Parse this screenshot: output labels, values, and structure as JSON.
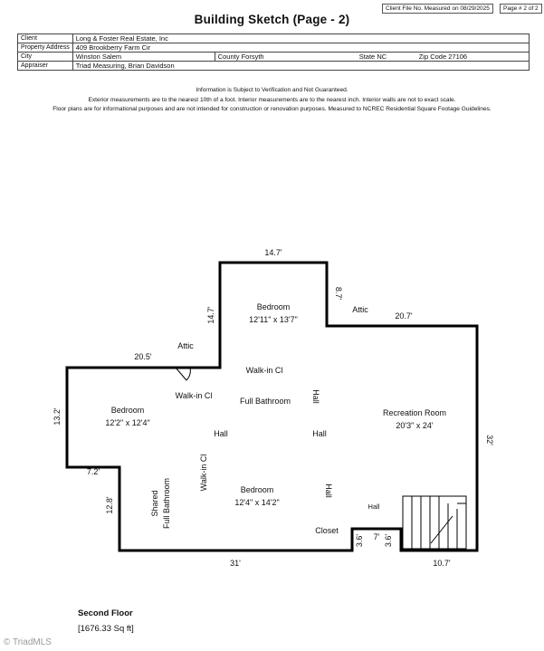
{
  "header": {
    "client_file_label": "Client File No. Measured on 08/29/2025",
    "page_label": "Page # 2 of 2",
    "title": "Building Sketch (Page - 2)"
  },
  "info": {
    "client_label": "Client",
    "client": "Long & Foster Real Estate, Inc",
    "property_label": "Property Address",
    "property": "409 Brookberry Farm Cir",
    "city_label": "City",
    "city": "Winston Salem",
    "county_label": "County",
    "county": "Forsyth",
    "state_label": "State",
    "state": "NC",
    "zip_label": "Zip Code",
    "zip": "27106",
    "appraiser_label": "Appraiser",
    "appraiser": "Triad Measuring, Brian Davidson"
  },
  "notes": {
    "line1": "Information is Subject to Verification and Not Guaranteed.",
    "line2": "Exterior measurements are to the nearest 10th of a foot. Interior measurements are to the nearest inch. Interior walls are not to exact scale.",
    "line3": "Floor plans are for informational purposes and are not intended for construction or renovation purposes. Measured to NCREC Residential Square Footage Guidelines."
  },
  "plan": {
    "dims": {
      "top": "14.7'",
      "left_upper": "14.7'",
      "step_right": "8.7'",
      "right_upper": "20.7'",
      "left_step": "20.5'",
      "left_side": "13.2'",
      "left_notch": "7.2'",
      "left_lower": "12.8'",
      "bottom": "31'",
      "right_side": "32'",
      "notch_left": "3.6'",
      "notch_top": "7'",
      "notch_right": "3.6'",
      "bottom_right": "10.7'"
    },
    "rooms": {
      "bedroom_top": "Bedroom",
      "bedroom_top_size": "12'11\" x 13'7\"",
      "attic_right": "Attic",
      "attic_left": "Attic",
      "walkin_top": "Walk-in Cl",
      "walkin_left": "Walk-in Cl",
      "full_bath": "Full Bathroom",
      "hall_vertical": "Hall",
      "bedroom_left": "Bedroom",
      "bedroom_left_size": "12'2\" x 12'4\"",
      "rec_room": "Recreation Room",
      "rec_room_size": "20'3\" x 24'",
      "hall_left": "Hall",
      "hall_mid": "Hall",
      "shared_bath_1": "Shared",
      "shared_bath_2": "Full Bathroom",
      "walkin_vertical": "Walk-in Cl",
      "bedroom_bottom": "Bedroom",
      "bedroom_bottom_size": "12'4\" x 14'2\"",
      "hall_bottom_vertical": "Hall",
      "hall_stairs": "Hall",
      "closet": "Closet"
    }
  },
  "caption": {
    "floor": "Second Floor",
    "sqft": "[1676.33 Sq ft]"
  },
  "watermark": "© TriadMLS"
}
